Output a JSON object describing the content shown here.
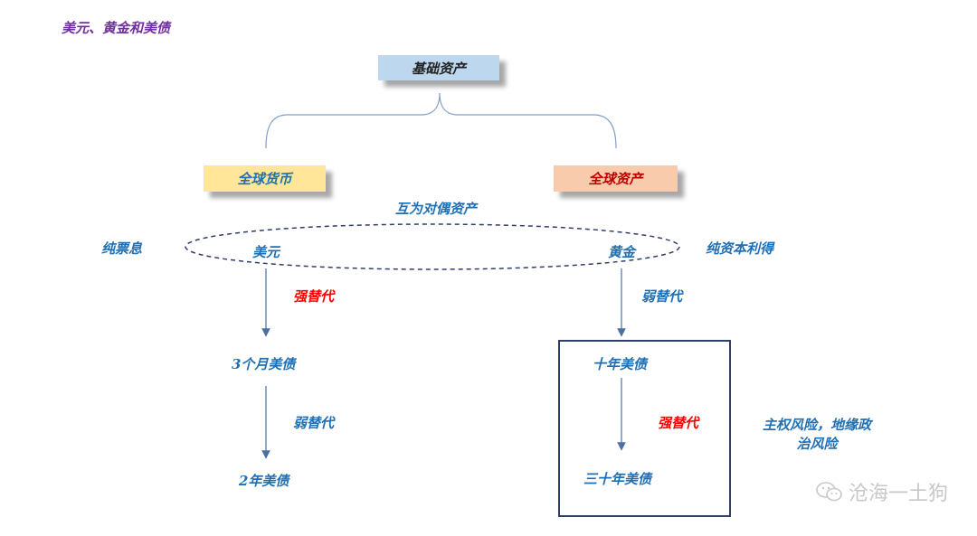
{
  "title": "美元、黄金和美债",
  "nodes": {
    "root": "基础资产",
    "currency": "全球货币",
    "asset": "全球资产",
    "dual": "互为对偶资产",
    "left_side": "纯票息",
    "right_side": "纯资本利得",
    "usd": "美元",
    "gold": "黄金",
    "t3m": "3个月美债",
    "t2y": "2年美债",
    "t10y": "十年美债",
    "t30y": "三十年美债",
    "risk": "主权风险，地缘政治风险"
  },
  "relations": {
    "strong": "强替代",
    "weak": "弱替代"
  },
  "colors": {
    "label_blue": "#1f6fb5",
    "strong_red": "#ff0000",
    "title_purple": "#7030a0"
  },
  "watermark": "沧海一土狗",
  "icons": [
    "wechat-icon"
  ]
}
